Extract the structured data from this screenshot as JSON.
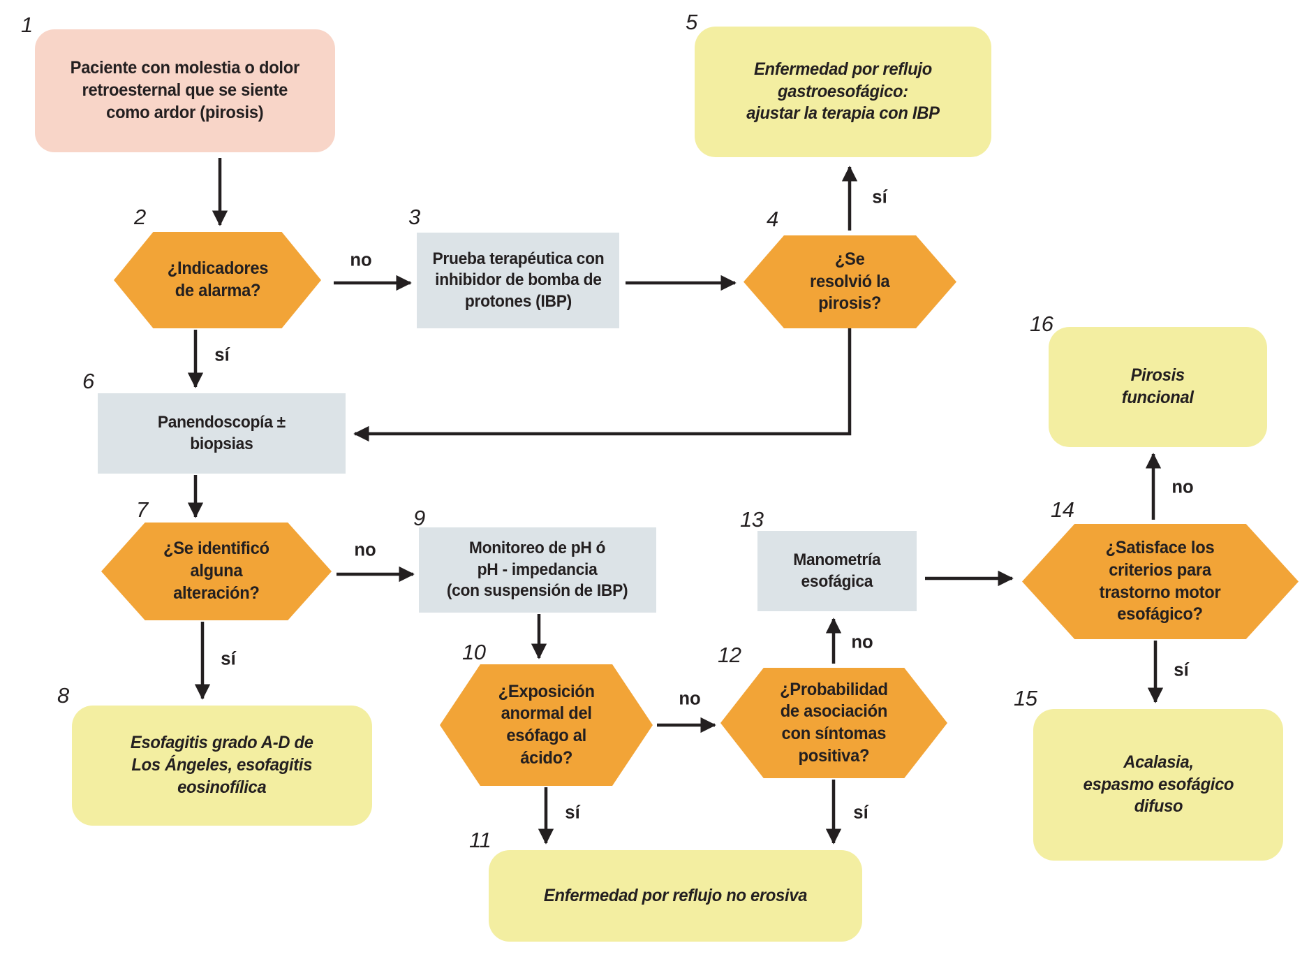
{
  "colors": {
    "start": "#f8d5c8",
    "decision": "#f2a437",
    "process": "#dce3e7",
    "outcome": "#f3eea1",
    "arrow": "#231f20",
    "ink": "#231f20"
  },
  "nodes": {
    "n1": {
      "number": "1",
      "type": "start",
      "text": "Paciente con molestia o dolor\nretroesternal que se siente\ncomo ardor (pirosis)"
    },
    "n2": {
      "number": "2",
      "type": "decision",
      "text": "¿Indicadores\nde alarma?"
    },
    "n3": {
      "number": "3",
      "type": "process",
      "text": "Prueba terapéutica con\ninhibidor de bomba de\nprotones (IBP)"
    },
    "n4": {
      "number": "4",
      "type": "decision",
      "text": "¿Se\nresolvió la\npirosis?"
    },
    "n5": {
      "number": "5",
      "type": "outcome",
      "text": "Enfermedad por reflujo\ngastroesofágico:\najustar la terapia con IBP"
    },
    "n6": {
      "number": "6",
      "type": "process",
      "text": "Panendoscopía ±\nbiopsias"
    },
    "n7": {
      "number": "7",
      "type": "decision",
      "text": "¿Se identificó\nalguna\nalteración?"
    },
    "n8": {
      "number": "8",
      "type": "outcome",
      "text": "Esofagitis grado A-D de\nLos Ángeles, esofagitis\neosinofílica"
    },
    "n9": {
      "number": "9",
      "type": "process",
      "text": "Monitoreo de pH ó\npH - impedancia\n(con suspensión de IBP)"
    },
    "n10": {
      "number": "10",
      "type": "decision",
      "text": "¿Exposición\nanormal del\nesófago al\nácido?"
    },
    "n11": {
      "number": "11",
      "type": "outcome",
      "text": "Enfermedad por reflujo no erosiva"
    },
    "n12": {
      "number": "12",
      "type": "decision",
      "text": "¿Probabilidad\nde asociación\ncon síntomas\npositiva?"
    },
    "n13": {
      "number": "13",
      "type": "process",
      "text": "Manometría\nesofágica"
    },
    "n14": {
      "number": "14",
      "type": "decision",
      "text": "¿Satisface los\ncriterios para\ntrastorno motor\nesofágico?"
    },
    "n15": {
      "number": "15",
      "type": "outcome",
      "text": "Acalasia,\nespasmo esofágico\ndifuso"
    },
    "n16": {
      "number": "16",
      "type": "outcome",
      "text": "Pirosis\nfuncional"
    }
  },
  "edge_labels": {
    "e2_3": "no",
    "e2_6": "sí",
    "e4_5": "sí",
    "e7_9": "no",
    "e7_8": "sí",
    "e10_12": "no",
    "e10_11": "sí",
    "e12_13": "no",
    "e12_11": "sí",
    "e14_16": "no",
    "e14_15": "sí"
  }
}
